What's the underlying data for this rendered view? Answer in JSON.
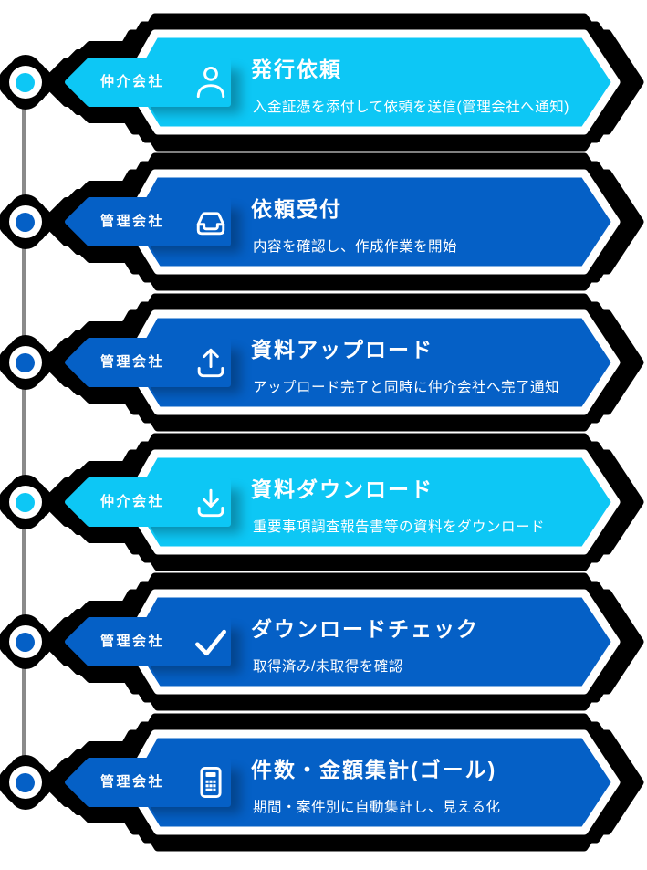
{
  "colors": {
    "cyan": "#0dc7f5",
    "blue": "#0560c6",
    "shadow": "#000000",
    "line": "#8a8a8a",
    "card_border": "#ffffff",
    "text": "#ffffff"
  },
  "timeline": {
    "dot_count": 6
  },
  "steps": [
    {
      "actor": "仲介会社",
      "title": "発行依頼",
      "description": "入金証憑を添付して依頼を送信(管理会社へ通知)",
      "icon": "person-icon",
      "theme": "cyan"
    },
    {
      "actor": "管理会社",
      "title": "依頼受付",
      "description": "内容を確認し、作成作業を開始",
      "icon": "inbox-icon",
      "theme": "blue"
    },
    {
      "actor": "管理会社",
      "title": "資料アップロード",
      "description": "アップロード完了と同時に仲介会社へ完了通知",
      "icon": "upload-icon",
      "theme": "blue"
    },
    {
      "actor": "仲介会社",
      "title": "資料ダウンロード",
      "description": "重要事項調査報告書等の資料をダウンロード",
      "icon": "download-icon",
      "theme": "cyan"
    },
    {
      "actor": "管理会社",
      "title": "ダウンロードチェック",
      "description": "取得済み/未取得を確認",
      "icon": "check-icon",
      "theme": "blue"
    },
    {
      "actor": "管理会社",
      "title": "件数・金額集計(ゴール)",
      "description": "期間・案件別に自動集計し、見える化",
      "icon": "calculator-icon",
      "theme": "blue"
    }
  ]
}
